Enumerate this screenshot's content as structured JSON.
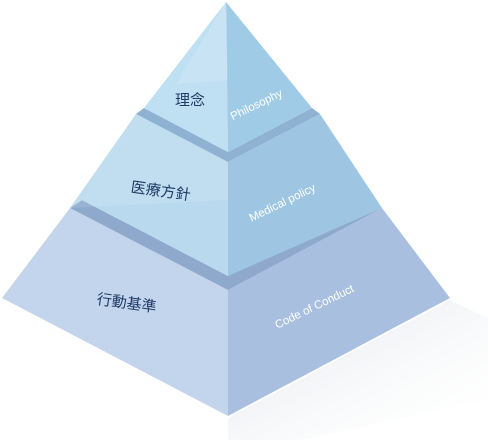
{
  "diagram": {
    "tiers": [
      {
        "jp": "理念",
        "en": "Philosophy"
      },
      {
        "jp": "医療方針",
        "en": "Medical policy"
      },
      {
        "jp": "行動基準",
        "en": "Code of Conduct"
      }
    ]
  },
  "colors": {
    "top_left": "#bfe0f2",
    "top_right": "#9fcbe6",
    "mid_left": "#b9d9ee",
    "mid_right": "#9ec6e2",
    "base_left": "#c3d5ec",
    "base_right": "#a8bfe0",
    "gap": "#8ea9cc"
  }
}
